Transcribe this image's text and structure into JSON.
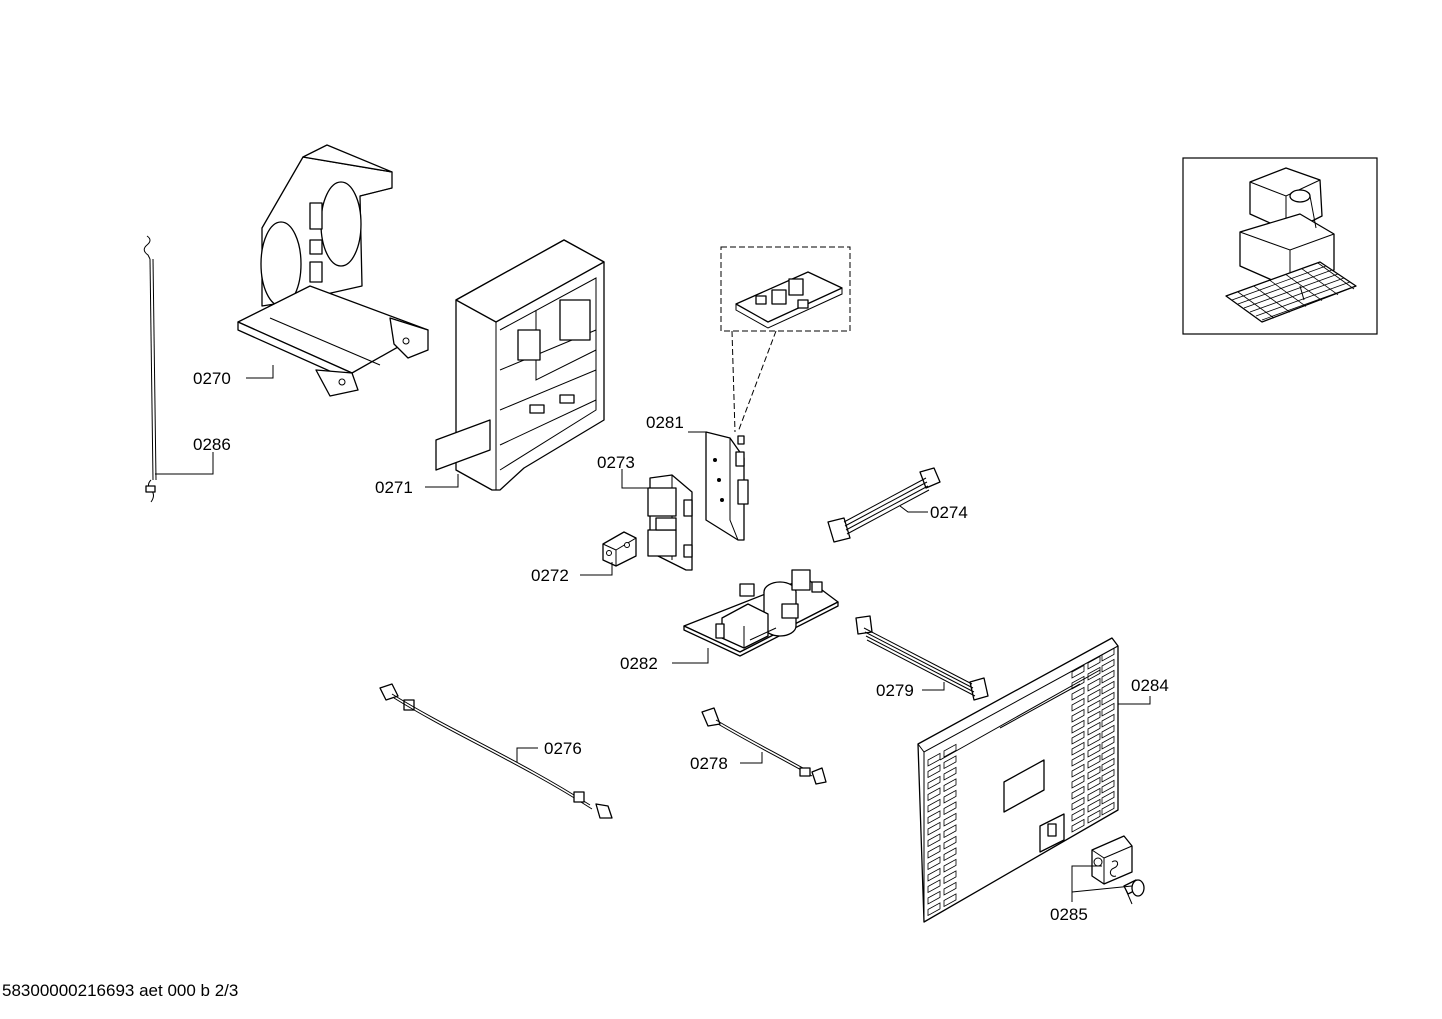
{
  "document_id": "58300000216693 aet 000 b 2/3",
  "labels": {
    "p0270": "0270",
    "p0271": "0271",
    "p0272": "0272",
    "p0273": "0273",
    "p0274": "0274",
    "p0276": "0276",
    "p0278": "0278",
    "p0279": "0279",
    "p0281": "0281",
    "p0282": "0282",
    "p0284": "0284",
    "p0285": "0285",
    "p0286": "0286"
  }
}
